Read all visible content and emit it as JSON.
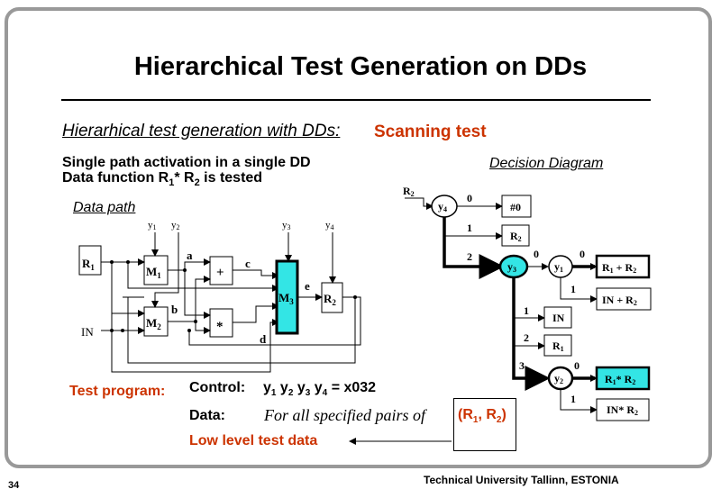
{
  "slide": {
    "title": "Hierarchical Test Generation on DDs",
    "subtitle": "Hierarhical test generation with DDs:",
    "scanning": "Scanning test",
    "line1": "Single path activation in a single DD",
    "line2_pre": "Data function R",
    "line2_mid": "* R",
    "line2_post": " is tested",
    "sub1": "1",
    "sub2": "2",
    "dd_title": "Decision Diagram",
    "dp_title": "Data path",
    "footer": "Technical University Tallinn, ESTONIA",
    "page": "34"
  },
  "datapath": {
    "r1": "R",
    "r1_sub": "1",
    "m1": "M",
    "m1_sub": "1",
    "m2": "M",
    "m2_sub": "2",
    "m3": "M",
    "m3_sub": "3",
    "r2": "R",
    "r2_sub": "2",
    "plus": "+",
    "times": "*",
    "in": "IN",
    "wire_a": "a",
    "wire_b": "b",
    "wire_c": "c",
    "wire_d": "d",
    "wire_e": "e",
    "y": "y",
    "y1_sub": "1",
    "y2_sub": "2",
    "y3_sub": "3",
    "y4_sub": "4"
  },
  "dd": {
    "root_label": "R",
    "root_sub": "2",
    "y": "y",
    "y1": "1",
    "y2": "2",
    "y3": "3",
    "y4": "4",
    "e0": "0",
    "e1": "1",
    "e2": "2",
    "e3": "3",
    "t_zero": "#0",
    "t_r2": "R",
    "t_r2_sub": "2",
    "t_r1pr2_a": "R",
    "t_r1pr2_b": " + R",
    "t_inpr2": "IN + R",
    "t_in": "IN",
    "t_r1": "R",
    "t_r1tr2_a": "R",
    "t_r1tr2_b": "* R",
    "t_intr2": "IN* R"
  },
  "test_program": {
    "label": "Test program:",
    "control_label": "Control:",
    "control_y": "y",
    "control_value": "= x032",
    "data_label": "Data:",
    "data_value": "For all specified pairs of",
    "pair_open": "(R",
    "pair_mid": ", R",
    "pair_close": ")",
    "low_level": "Low level test data"
  },
  "colors": {
    "accent": "#cc3300",
    "highlight": "#33e5e5"
  }
}
